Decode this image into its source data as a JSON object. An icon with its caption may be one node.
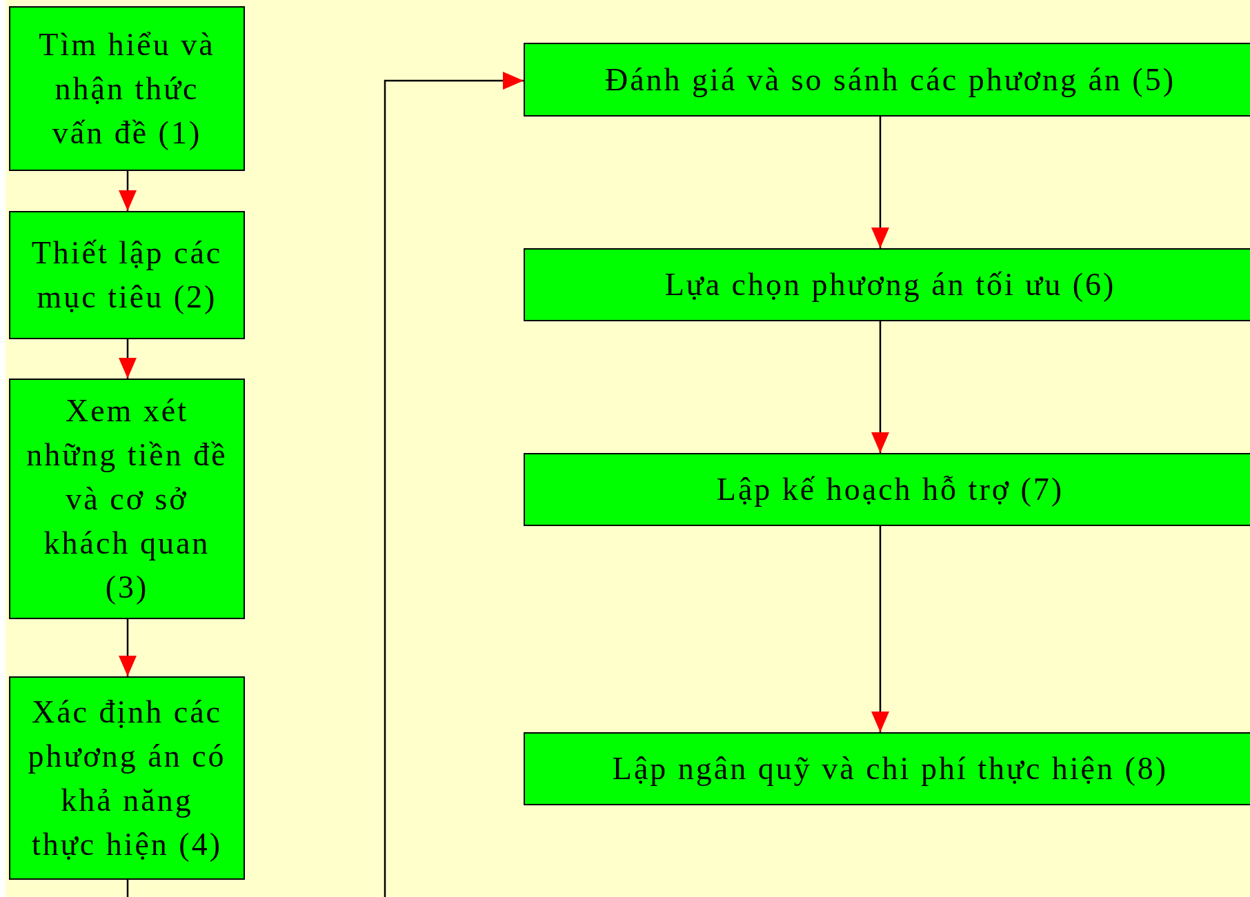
{
  "diagram": {
    "nodes": [
      {
        "text": [
          "Tìm hiểu và nhận thức vấn đề (1)"
        ]
      },
      {
        "text": [
          "Thiết lập các mục tiêu (2)"
        ]
      },
      {
        "text": [
          "Xem xét những tiền đề và cơ sở khách quan (3)"
        ]
      },
      {
        "text": [
          "Xác định các phương án có khả năng thực hiện (4)"
        ]
      },
      {
        "text": [
          "Đánh giá và so sánh các phương án (5)"
        ]
      },
      {
        "text": [
          "Lựa chọn phương án tối ưu (6)"
        ]
      },
      {
        "text": [
          "Lập kế hoạch hỗ trợ (7)"
        ]
      },
      {
        "text": [
          "Lập ngân quỹ và chi phí thực hiện (8)"
        ]
      }
    ],
    "edges": [
      {
        "from": 0,
        "to": 1,
        "arrow": "to"
      },
      {
        "from": 1,
        "to": 2,
        "arrow": "to"
      },
      {
        "from": 2,
        "to": 3,
        "arrow": "to"
      },
      {
        "from": 3,
        "to": 4,
        "arrow": "to"
      },
      {
        "from": 4,
        "to": 5,
        "arrow": "to"
      },
      {
        "from": 5,
        "to": 6,
        "arrow": "to"
      },
      {
        "from": 6,
        "to": 7,
        "arrow": "to"
      }
    ]
  }
}
